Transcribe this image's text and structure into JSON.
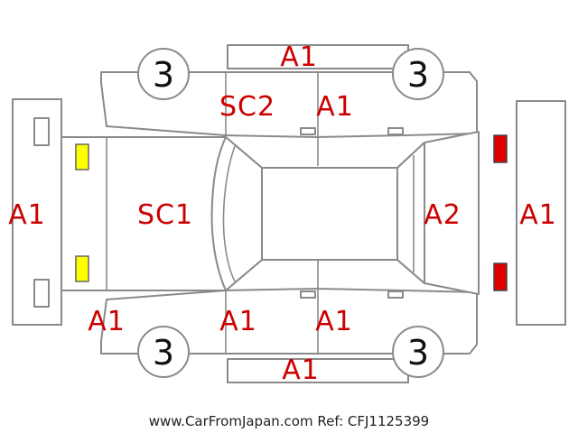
{
  "colors": {
    "code_text": "#cc0000",
    "outline": "#8a8a8a",
    "front_lamp": "#ffff00",
    "rear_lamp": "#e00000"
  },
  "codes": {
    "roof_top": "A1",
    "left_top_door_front": "SC2",
    "left_top_door_rear": "A1",
    "front_bumper": "A1",
    "hood": "SC1",
    "trunk": "A2",
    "rear_bumper": "A1",
    "front_corner_bottom": "A1",
    "bottom_door_front": "A1",
    "bottom_door_rear": "A1",
    "roof_bottom": "A1"
  },
  "tires": {
    "front_top": "3",
    "rear_top": "3",
    "front_bottom": "3",
    "rear_bottom": "3"
  },
  "footer": "www.CarFromJapan.com Ref: CFJ1125399"
}
